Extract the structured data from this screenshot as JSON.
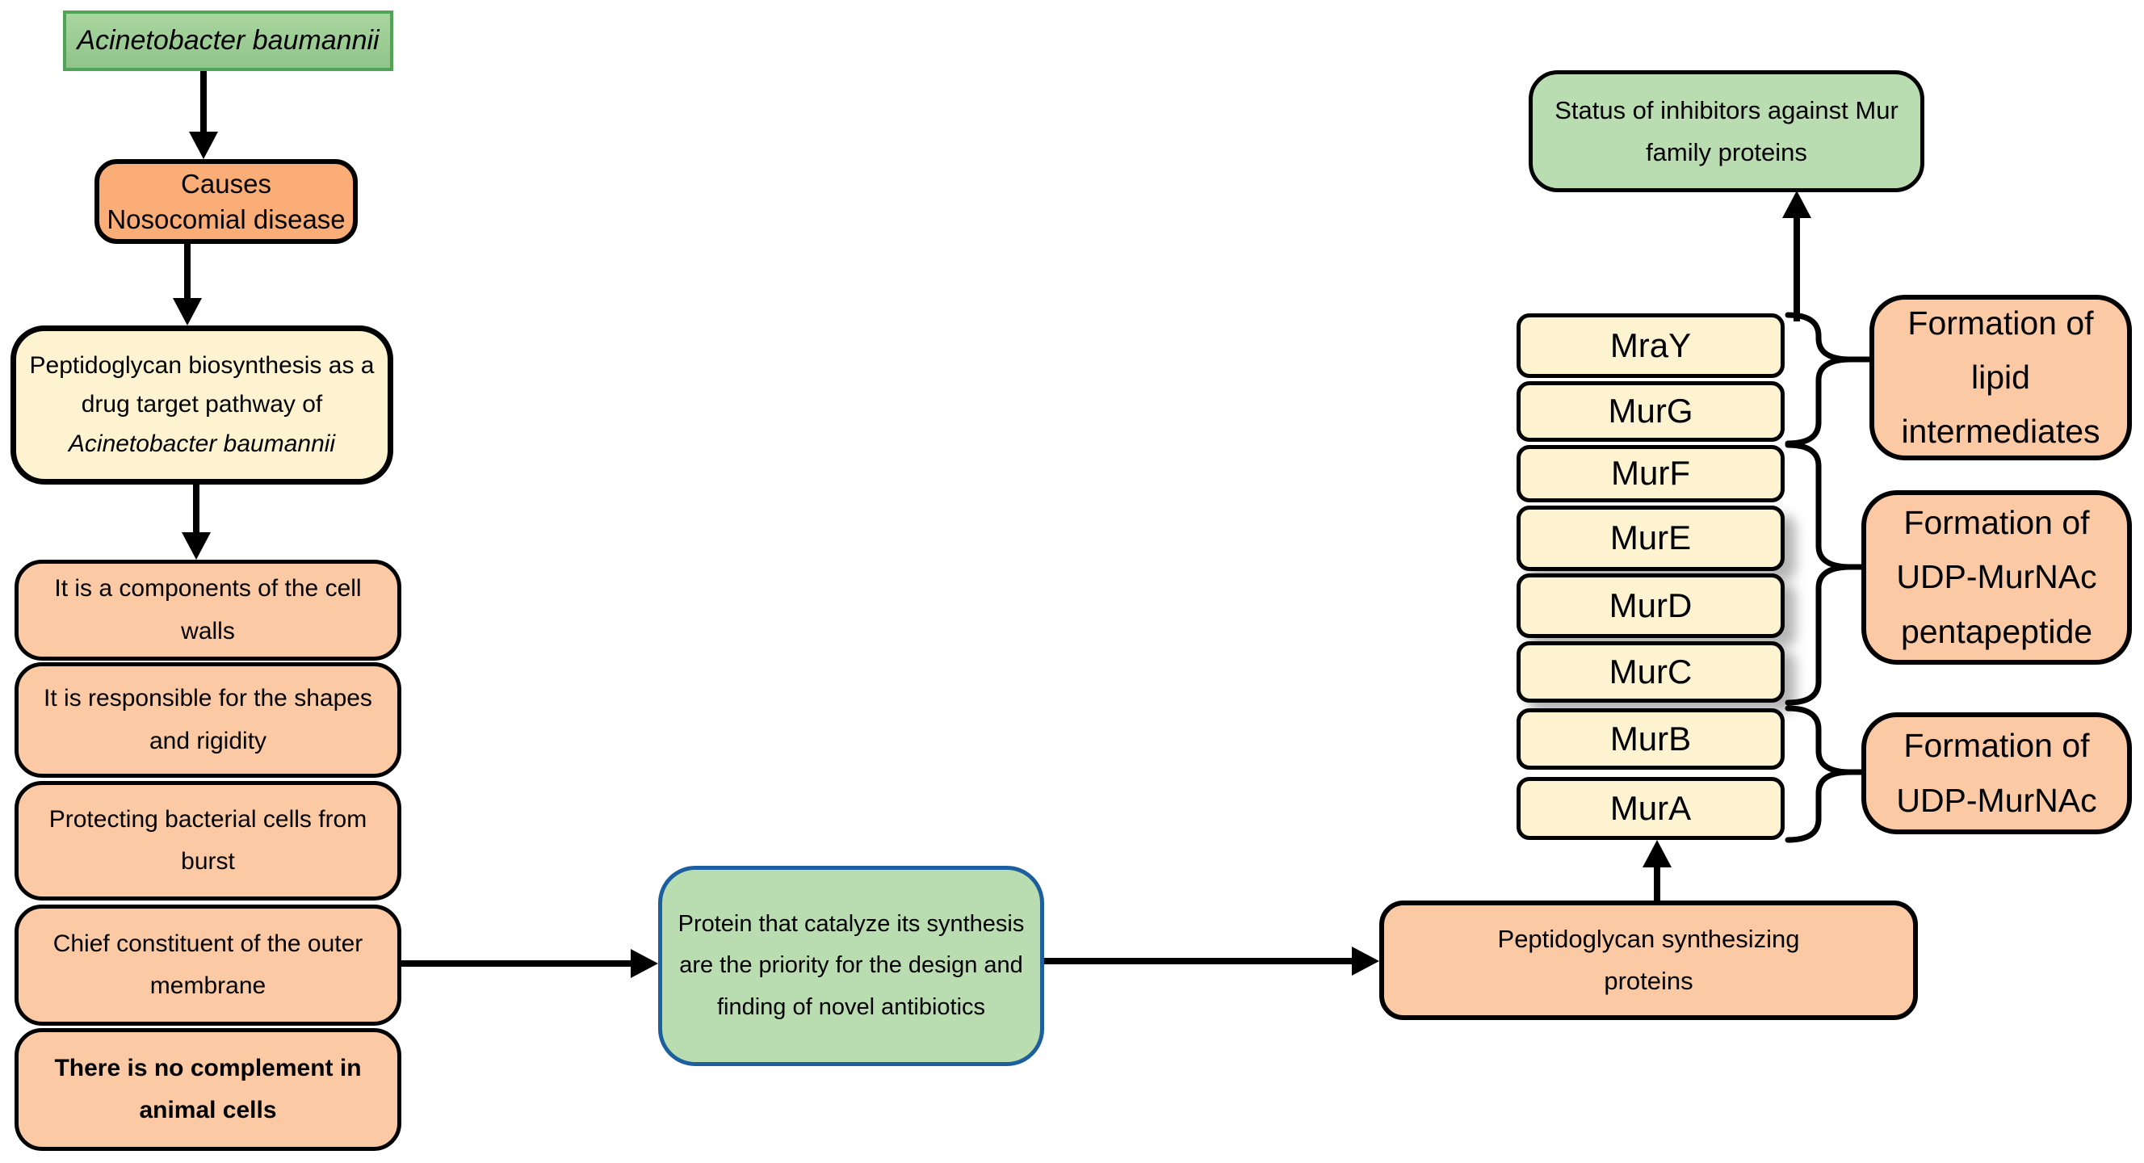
{
  "colors": {
    "organism_fill": "#9CCB94",
    "organism_border": "#51A457",
    "green_fill": "#B9DCB1",
    "blue_border": "#1C5E9E",
    "orange_fill": "#FCC9A5",
    "orange_deep": "#FAAD76",
    "yellow_fill": "#FDF3D0",
    "line": "#000000"
  },
  "nodes": {
    "organism": {
      "label": "Acinetobacter baumannii"
    },
    "causes": {
      "lines": [
        "Causes",
        "Nosocomial disease"
      ]
    },
    "pathway": {
      "lines": [
        "Peptidoglycan biosynthesis as a",
        "drug target pathway of",
        "Acinetobacter baumannii"
      ]
    },
    "property1": {
      "lines": [
        "It is a components of the cell",
        "walls"
      ]
    },
    "property2": {
      "lines": [
        "It is responsible for the shapes",
        "and rigidity"
      ]
    },
    "property3": {
      "lines": [
        "Protecting bacterial cells from",
        "burst"
      ]
    },
    "property4": {
      "lines": [
        "Chief constituent of the outer",
        "membrane"
      ]
    },
    "property5": {
      "lines": [
        "There is no complement in",
        "animal cells"
      ]
    },
    "protein_priority": {
      "lines": [
        "Protein that catalyze its synthesis",
        "are the priority for the design and",
        "finding of novel antibiotics"
      ]
    },
    "synthesizing": {
      "lines": [
        "Peptidoglycan synthesizing",
        "proteins"
      ]
    },
    "status": {
      "lines": [
        "Status of inhibitors against Mur",
        "family proteins"
      ]
    },
    "mur_family": [
      "MraY",
      "MurG",
      "MurF",
      "MurE",
      "MurD",
      "MurC",
      "MurB",
      "MurA"
    ],
    "formation_lipid": {
      "lines": [
        "Formation of",
        "lipid",
        "intermediates"
      ]
    },
    "formation_pentapeptide": {
      "lines": [
        "Formation of",
        "UDP-MurNAc",
        "pentapeptide"
      ]
    },
    "formation_udp": {
      "lines": [
        "Formation of",
        "UDP-MurNAc"
      ]
    }
  }
}
